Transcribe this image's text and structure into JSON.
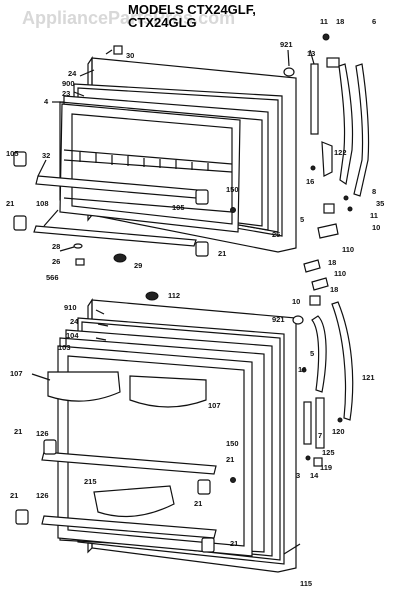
{
  "watermark": "AppliancePartsPros.com",
  "title_line1": "MODELS CTX24GLF,",
  "title_line2": "CTX24GLG",
  "labels": [
    {
      "id": "l30",
      "text": "30"
    },
    {
      "id": "l24a",
      "text": "24"
    },
    {
      "id": "l900",
      "text": "900"
    },
    {
      "id": "l23",
      "text": "23"
    },
    {
      "id": "l4",
      "text": "4"
    },
    {
      "id": "l921a",
      "text": "921"
    },
    {
      "id": "l13",
      "text": "13"
    },
    {
      "id": "l11a",
      "text": "11"
    },
    {
      "id": "l18a",
      "text": "18"
    },
    {
      "id": "l6",
      "text": "6"
    },
    {
      "id": "l122",
      "text": "122"
    },
    {
      "id": "l16a",
      "text": "16"
    },
    {
      "id": "l8",
      "text": "8"
    },
    {
      "id": "l35",
      "text": "35"
    },
    {
      "id": "l11b",
      "text": "11"
    },
    {
      "id": "l10a",
      "text": "10"
    },
    {
      "id": "l5a",
      "text": "5"
    },
    {
      "id": "l105a",
      "text": "105"
    },
    {
      "id": "l32",
      "text": "32"
    },
    {
      "id": "l150a",
      "text": "150"
    },
    {
      "id": "l105b",
      "text": "105"
    },
    {
      "id": "l25",
      "text": "25"
    },
    {
      "id": "l21a",
      "text": "21"
    },
    {
      "id": "l108",
      "text": "108"
    },
    {
      "id": "l28",
      "text": "28"
    },
    {
      "id": "l26",
      "text": "26"
    },
    {
      "id": "l566",
      "text": "566"
    },
    {
      "id": "l29",
      "text": "29"
    },
    {
      "id": "l21b",
      "text": "21"
    },
    {
      "id": "l110a",
      "text": "110"
    },
    {
      "id": "l18b",
      "text": "18"
    },
    {
      "id": "l110b",
      "text": "110"
    },
    {
      "id": "l18c",
      "text": "18"
    },
    {
      "id": "l112",
      "text": "112"
    },
    {
      "id": "l910",
      "text": "910"
    },
    {
      "id": "l24b",
      "text": "24"
    },
    {
      "id": "l104",
      "text": "104"
    },
    {
      "id": "l103",
      "text": "103"
    },
    {
      "id": "l107a",
      "text": "107"
    },
    {
      "id": "l10b",
      "text": "10"
    },
    {
      "id": "l921b",
      "text": "921"
    },
    {
      "id": "l5b",
      "text": "5"
    },
    {
      "id": "l16b",
      "text": "16"
    },
    {
      "id": "l121",
      "text": "121"
    },
    {
      "id": "l107b",
      "text": "107"
    },
    {
      "id": "l21c",
      "text": "21"
    },
    {
      "id": "l126a",
      "text": "126"
    },
    {
      "id": "l150b",
      "text": "150"
    },
    {
      "id": "l21d",
      "text": "21"
    },
    {
      "id": "l120",
      "text": "120"
    },
    {
      "id": "l7",
      "text": "7"
    },
    {
      "id": "l125",
      "text": "125"
    },
    {
      "id": "l3",
      "text": "3"
    },
    {
      "id": "l14",
      "text": "14"
    },
    {
      "id": "l119",
      "text": "119"
    },
    {
      "id": "l21e",
      "text": "21"
    },
    {
      "id": "l126b",
      "text": "126"
    },
    {
      "id": "l215",
      "text": "215"
    },
    {
      "id": "l21f",
      "text": "21"
    },
    {
      "id": "l21g",
      "text": "21"
    },
    {
      "id": "l115",
      "text": "115"
    }
  ]
}
